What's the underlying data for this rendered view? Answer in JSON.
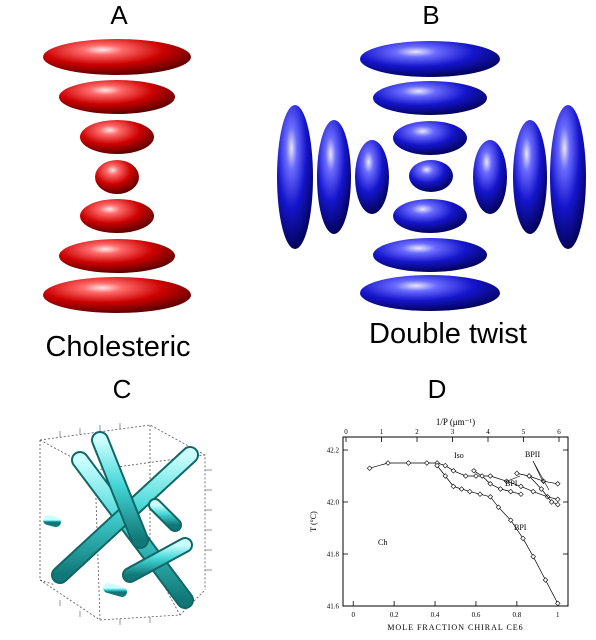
{
  "panels": {
    "a": {
      "letter": "A",
      "caption": "Cholesteric"
    },
    "b": {
      "letter": "B",
      "caption": "Double twist"
    },
    "c": {
      "letter": "C"
    },
    "d": {
      "letter": "D"
    }
  },
  "colors": {
    "cholesteric_red": "#cc0000",
    "double_twist_blue": "#1515cc",
    "tube_cyan": "#33cccc"
  },
  "chart_data": {
    "type": "line",
    "title": "",
    "xlabel": "MOLE FRACTION CHIRAL CE6",
    "x2label": "1/P (μm⁻¹)",
    "ylabel": "T (°C)",
    "xlim": [
      -0.05,
      1.05
    ],
    "ylim": [
      41.6,
      42.25
    ],
    "x_ticks": [
      "0",
      "0.2",
      "0.4",
      "0.6",
      "0.8",
      "1"
    ],
    "x2_ticks": [
      "0",
      "1",
      "2",
      "3",
      "4",
      "5",
      "6"
    ],
    "y_ticks": [
      "41.6",
      "41.8",
      "42.0",
      "42.2"
    ],
    "region_labels": [
      "Iso",
      "BPII",
      "BPI",
      "BPI",
      "Ch"
    ],
    "series": [
      {
        "points": [
          [
            0.08,
            42.13
          ],
          [
            0.17,
            42.15
          ],
          [
            0.27,
            42.15
          ],
          [
            0.36,
            42.15
          ],
          [
            0.41,
            42.15
          ],
          [
            0.45,
            42.14
          ],
          [
            0.49,
            42.12
          ],
          [
            0.55,
            42.1
          ],
          [
            0.6,
            42.1
          ],
          [
            0.67,
            42.1
          ],
          [
            0.75,
            42.08
          ],
          [
            0.82,
            42.06
          ],
          [
            0.88,
            42.04
          ],
          [
            0.95,
            42.02
          ],
          [
            1.0,
            42.01
          ]
        ]
      },
      {
        "points": [
          [
            0.41,
            42.14
          ],
          [
            0.45,
            42.1
          ],
          [
            0.49,
            42.06
          ],
          [
            0.53,
            42.05
          ],
          [
            0.57,
            42.04
          ],
          [
            0.62,
            42.03
          ],
          [
            0.67,
            42.02
          ],
          [
            0.71,
            41.98
          ],
          [
            0.77,
            41.93
          ],
          [
            0.83,
            41.86
          ],
          [
            0.88,
            41.79
          ],
          [
            0.94,
            41.7
          ],
          [
            1.0,
            41.61
          ]
        ]
      },
      {
        "points": [
          [
            0.59,
            42.12
          ],
          [
            0.63,
            42.1
          ],
          [
            0.67,
            42.07
          ],
          [
            0.72,
            42.05
          ],
          [
            0.77,
            42.04
          ],
          [
            0.82,
            42.03
          ]
        ]
      },
      {
        "points": [
          [
            0.8,
            42.11
          ],
          [
            0.86,
            42.1
          ],
          [
            0.93,
            42.08
          ],
          [
            1.0,
            42.07
          ]
        ]
      },
      {
        "points": [
          [
            0.86,
            42.1
          ],
          [
            0.92,
            42.05
          ],
          [
            0.97,
            42.0
          ],
          [
            1.0,
            41.99
          ]
        ]
      }
    ]
  }
}
